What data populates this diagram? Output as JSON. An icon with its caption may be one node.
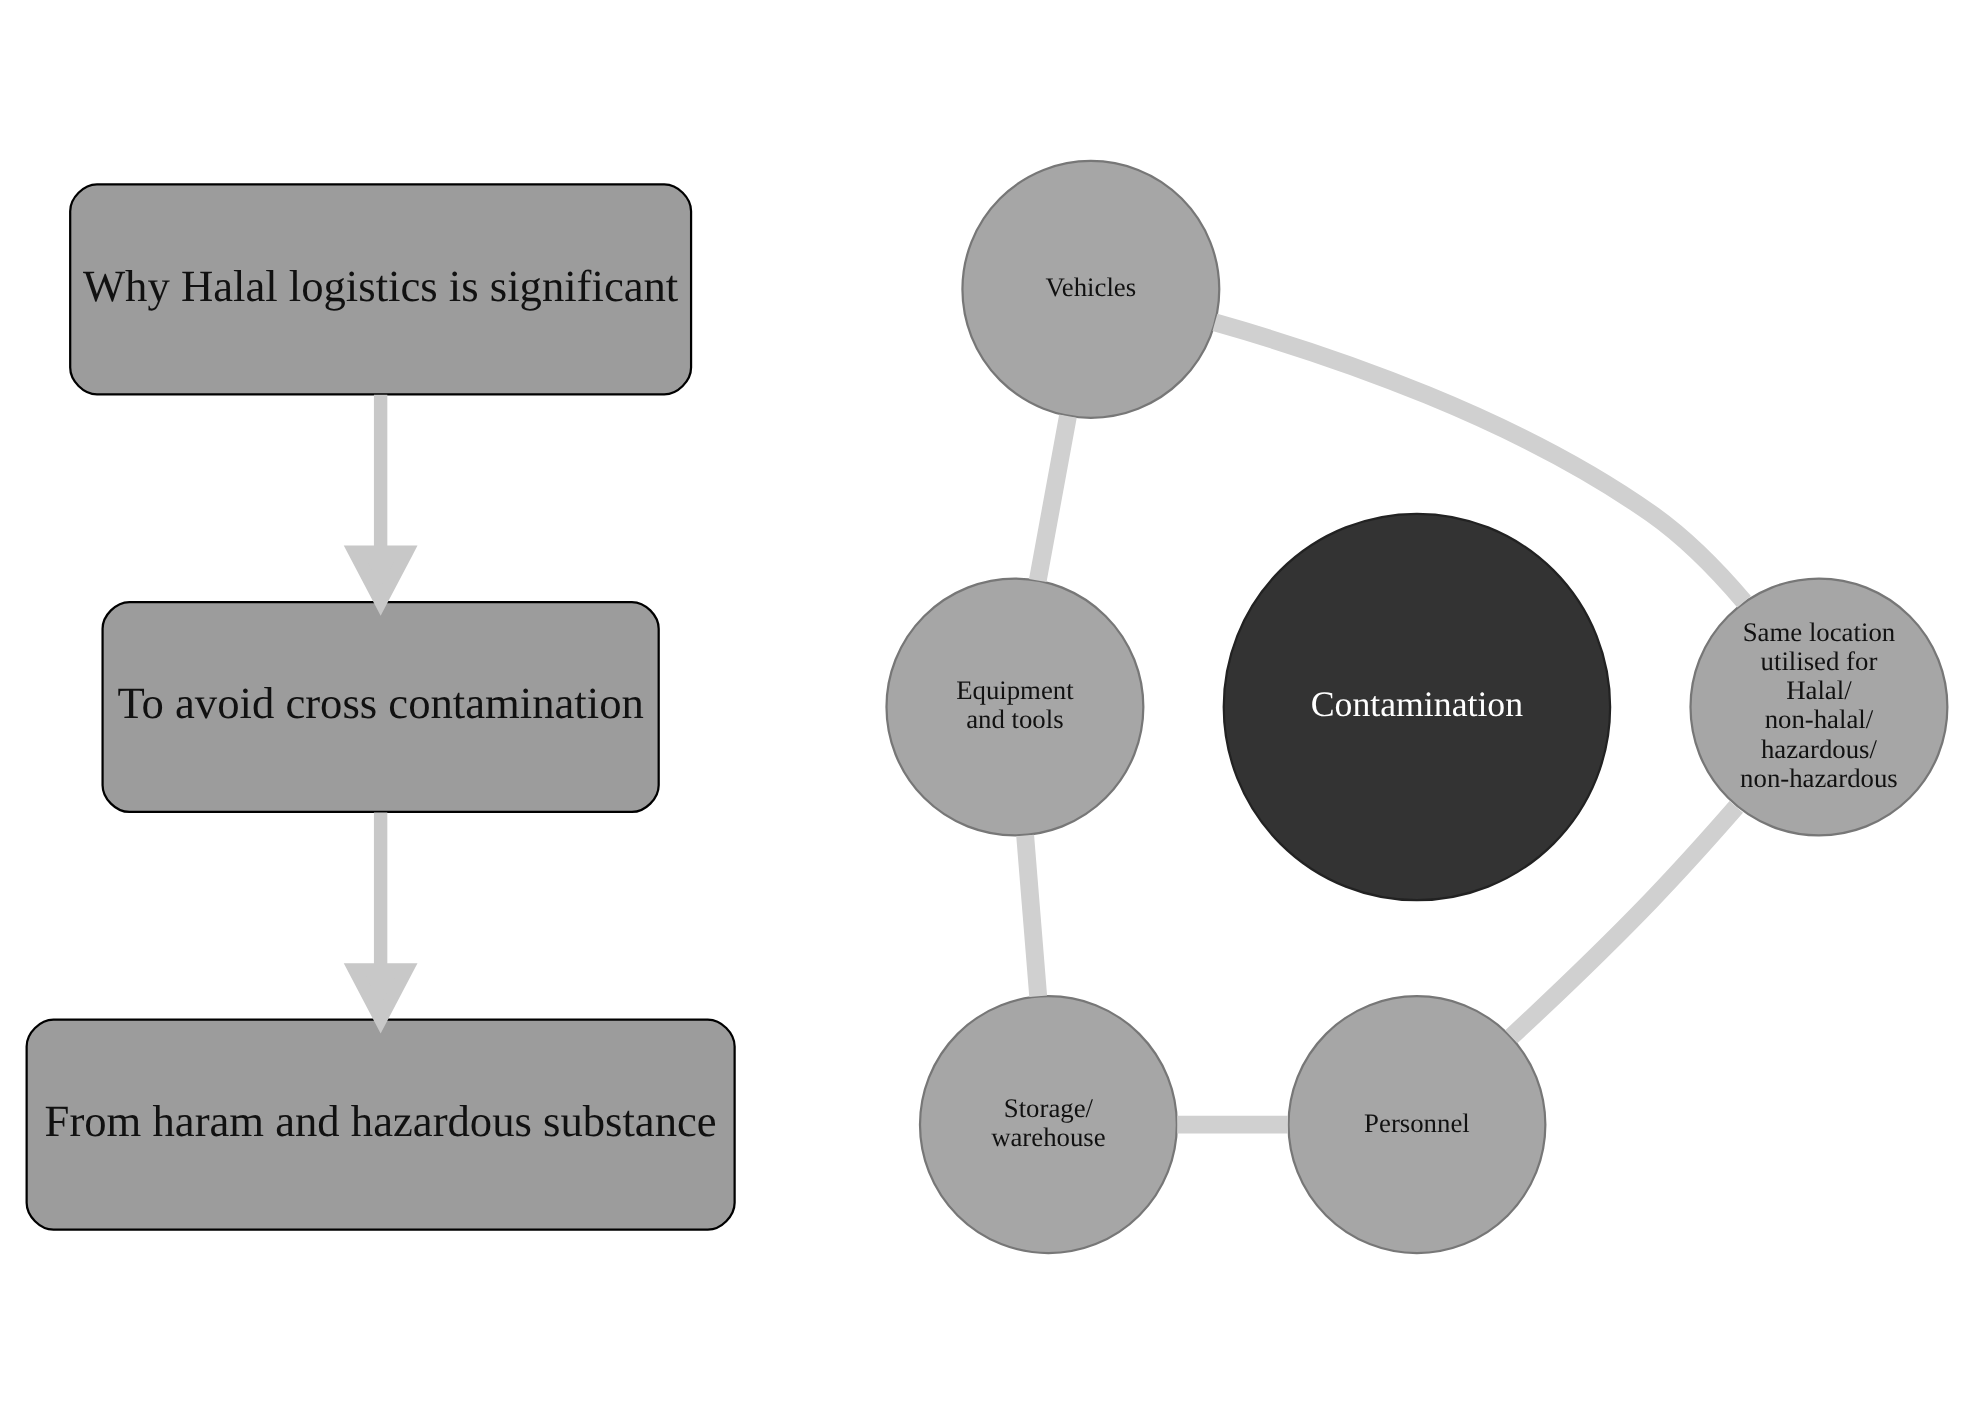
{
  "diagram": {
    "nodes": [
      {
        "text": [
          "Why Halal logistics is significant"
        ]
      },
      {
        "text": [
          "To avoid cross contamination"
        ]
      },
      {
        "text": [
          "From haram and hazardous substance"
        ]
      },
      {
        "text": [
          "Contamination"
        ]
      },
      {
        "text": [
          "Vehicles"
        ]
      },
      {
        "text": [
          "Equipment and tools"
        ]
      },
      {
        "text": [
          "Storage/ warehouse"
        ]
      },
      {
        "text": [
          "Personnel"
        ]
      },
      {
        "text": [
          "Same location utilised for Halal/ non-halal/ hazardous/ non-hazardous"
        ]
      }
    ],
    "edges": [
      {
        "from": 0,
        "to": 1,
        "arrow": "to"
      },
      {
        "from": 1,
        "to": 2,
        "arrow": "to"
      },
      {
        "from": 4,
        "to": 5,
        "arrow": "none"
      },
      {
        "from": 5,
        "to": 6,
        "arrow": "none"
      },
      {
        "from": 6,
        "to": 7,
        "arrow": "none"
      },
      {
        "from": 7,
        "to": 8,
        "arrow": "none"
      },
      {
        "from": 8,
        "to": 4,
        "arrow": "none"
      }
    ]
  }
}
